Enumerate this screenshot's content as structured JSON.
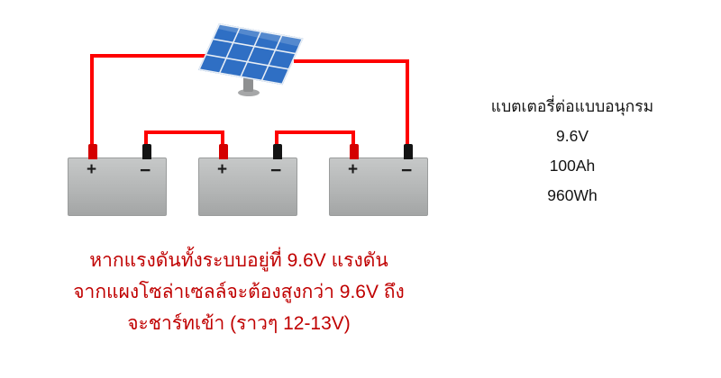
{
  "info_panel": {
    "lines": [
      "แบตเตอรี่ต่อแบบอนุกรม",
      "9.6V",
      "100Ah",
      "960Wh"
    ]
  },
  "caption": {
    "lines": [
      "หากแรงดันทั้งระบบอยู่ที่ 9.6V แรงดัน",
      "จากแผงโซล่าเซลล์จะต้องสูงกว่า 9.6V ถึง",
      "จะชาร์ทเข้า (ราวๆ 12-13V)"
    ]
  },
  "batteries": [
    {
      "positive_label": "+",
      "negative_label": "−"
    },
    {
      "positive_label": "+",
      "negative_label": "−"
    },
    {
      "positive_label": "+",
      "negative_label": "−"
    }
  ],
  "colors": {
    "wire": "#fe0000",
    "battery_body": "#b4b6b6",
    "terminal_positive": "#d40000",
    "terminal_negative": "#141414",
    "caption_text": "#c00000",
    "panel_cell": "#2f6fc4",
    "panel_grid": "#e8eef5",
    "pole": "#8f9091"
  }
}
